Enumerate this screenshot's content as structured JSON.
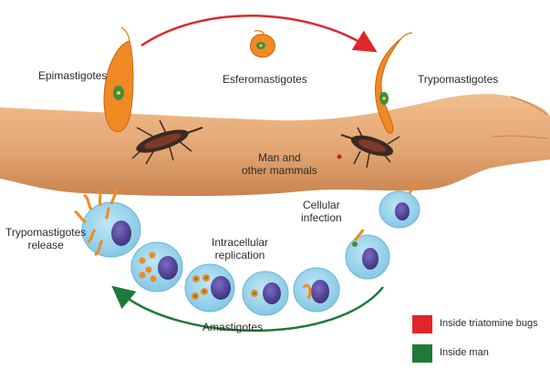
{
  "labels": {
    "epimastigotes": "Epimastigotes",
    "esferomastigotes": "Esferomastigotes",
    "trypomastigotes": "Trypomastigotes",
    "host": "Man and other mammals",
    "host_line1": "Man and",
    "host_line2": "other mammals",
    "cellular_infection_line1": "Cellular",
    "cellular_infection_line2": "infection",
    "intracellular_line1": "Intracellular",
    "intracellular_line2": "replication",
    "release_line1": "Trypomastigotes",
    "release_line2": "release",
    "amastigotes": "Amastigotes"
  },
  "legend": [
    {
      "label": "Inside triatomine bugs",
      "color": "#e0262b"
    },
    {
      "label": "Inside man",
      "color": "#1f7a3a"
    }
  ],
  "colors": {
    "bug_cycle_arrow": "#e0262b",
    "human_cycle_arrow": "#1f7a3a",
    "skin": "#e3a673",
    "parasite": "#f08a24",
    "cell": "#8fd0ea",
    "nucleus": "#4a3c8c"
  }
}
